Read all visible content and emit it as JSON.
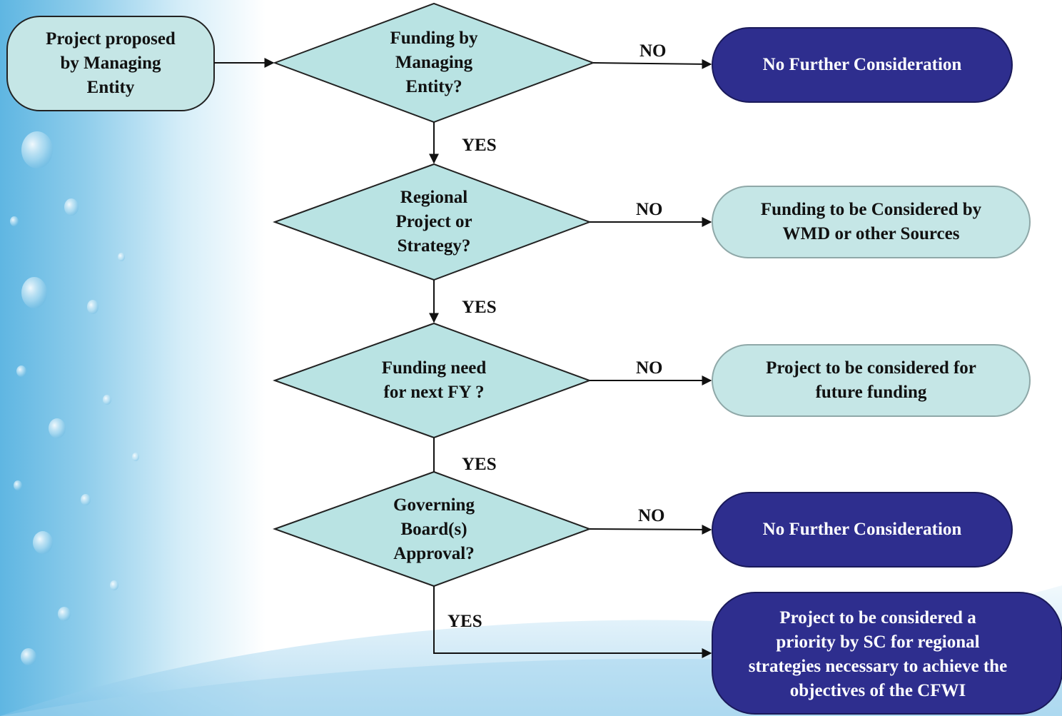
{
  "start": {
    "lines": [
      "Project proposed",
      "by Managing",
      "Entity"
    ]
  },
  "decisions": [
    {
      "id": "d1",
      "lines": [
        "Funding by",
        "Managing",
        "Entity?"
      ]
    },
    {
      "id": "d2",
      "lines": [
        "Regional",
        "Project or",
        "Strategy?"
      ]
    },
    {
      "id": "d3",
      "lines": [
        "Funding need",
        "for next FY ?"
      ]
    },
    {
      "id": "d4",
      "lines": [
        "Governing",
        "Board(s)",
        "Approval?"
      ]
    }
  ],
  "outcomes": [
    {
      "id": "o1",
      "lines": [
        "No Further Consideration"
      ]
    },
    {
      "id": "o2",
      "lines": [
        "Funding to be Considered by",
        "WMD or other Sources"
      ]
    },
    {
      "id": "o3",
      "lines": [
        "Project to be considered for",
        "future funding"
      ]
    },
    {
      "id": "o4",
      "lines": [
        "No Further Consideration"
      ]
    },
    {
      "id": "o5",
      "lines": [
        "Project to be considered a",
        "priority by SC for regional",
        "strategies necessary to achieve the",
        "objectives of the CFWI"
      ]
    }
  ],
  "labels": {
    "no1": "NO",
    "no2": "NO",
    "no3": "NO",
    "no4": "NO",
    "yes1": "YES",
    "yes2": "YES",
    "yes3": "YES",
    "yes4": "YES"
  },
  "colors": {
    "decision_fill": "#b9e3e3",
    "light_terminal_fill": "#c5e6e6",
    "dark_terminal_fill": "#2e2e8e",
    "line": "#111111"
  }
}
